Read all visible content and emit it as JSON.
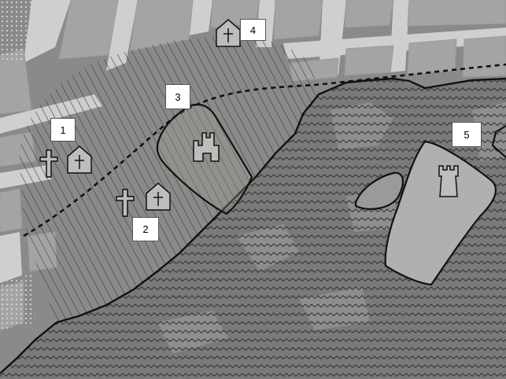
{
  "map": {
    "colors": {
      "background": "#8a8a88",
      "block": "#a4a4a2",
      "street": "#cfcfcd",
      "hatch": "#3a3a3a",
      "wave": "#353535",
      "water_fill": "#6f6f6d",
      "boundary": "#111111",
      "symbol_fill": "#bdbdbb",
      "label_bg": "#ffffff"
    },
    "labels": [
      {
        "id": "1",
        "text": "1"
      },
      {
        "id": "2",
        "text": "2"
      },
      {
        "id": "3",
        "text": "3"
      },
      {
        "id": "4",
        "text": "4"
      },
      {
        "id": "5",
        "text": "5"
      }
    ],
    "symbols": [
      {
        "type": "cross-icon",
        "near": "1"
      },
      {
        "type": "church-icon",
        "near": "1"
      },
      {
        "type": "cross-icon",
        "near": "2"
      },
      {
        "type": "church-icon",
        "near": "2"
      },
      {
        "type": "castle-icon",
        "near": "3"
      },
      {
        "type": "church-icon",
        "near": "4"
      },
      {
        "type": "tower-icon",
        "near": "5"
      }
    ]
  }
}
